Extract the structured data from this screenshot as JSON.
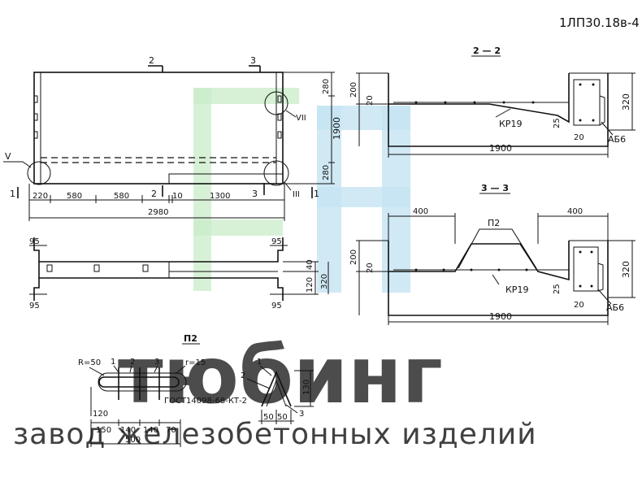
{
  "header": {
    "title": "1ЛП30.18в-4"
  },
  "sections": {
    "s22": "2 — 2",
    "s33": "3 — 3",
    "p2": "П2"
  },
  "marks": {
    "cut2": "2",
    "cut3": "3",
    "cut1": "1",
    "v": "V",
    "vii": "VII",
    "iii": "III",
    "kr19_a": "КР19",
    "kr19_b": "КР19",
    "ab6_a": "АБ6",
    "ab6_b": "АБ6",
    "p2_s33": "П2"
  },
  "dims_plan": [
    "220",
    "580",
    "580",
    "10",
    "1300",
    "2980",
    "280",
    "1900",
    "280"
  ],
  "dims_elev": [
    "95",
    "95",
    "95",
    "95",
    "40",
    "120",
    "320"
  ],
  "dims_s22": [
    "200",
    "20",
    "25",
    "20",
    "1900",
    "320"
  ],
  "dims_s33": [
    "400",
    "400",
    "200",
    "20",
    "25",
    "20",
    "1900",
    "320"
  ],
  "dims_p2": [
    "R=50",
    "1",
    "2",
    "3",
    "r=15",
    "120",
    "150",
    "140",
    "140",
    "70",
    "500",
    "1",
    "2",
    "130",
    "50",
    "50",
    "3"
  ],
  "p2_standard": "ГОСТ14098-68-КТ-2",
  "watermark": {
    "brand": "тюбинг",
    "tagline": "завод железобетонных изделий"
  },
  "colors": {
    "ink": "#111111",
    "wm_green": "#c9ecc9",
    "wm_blue": "#c4e4f3",
    "wm_gray": "#d9d9d9"
  }
}
